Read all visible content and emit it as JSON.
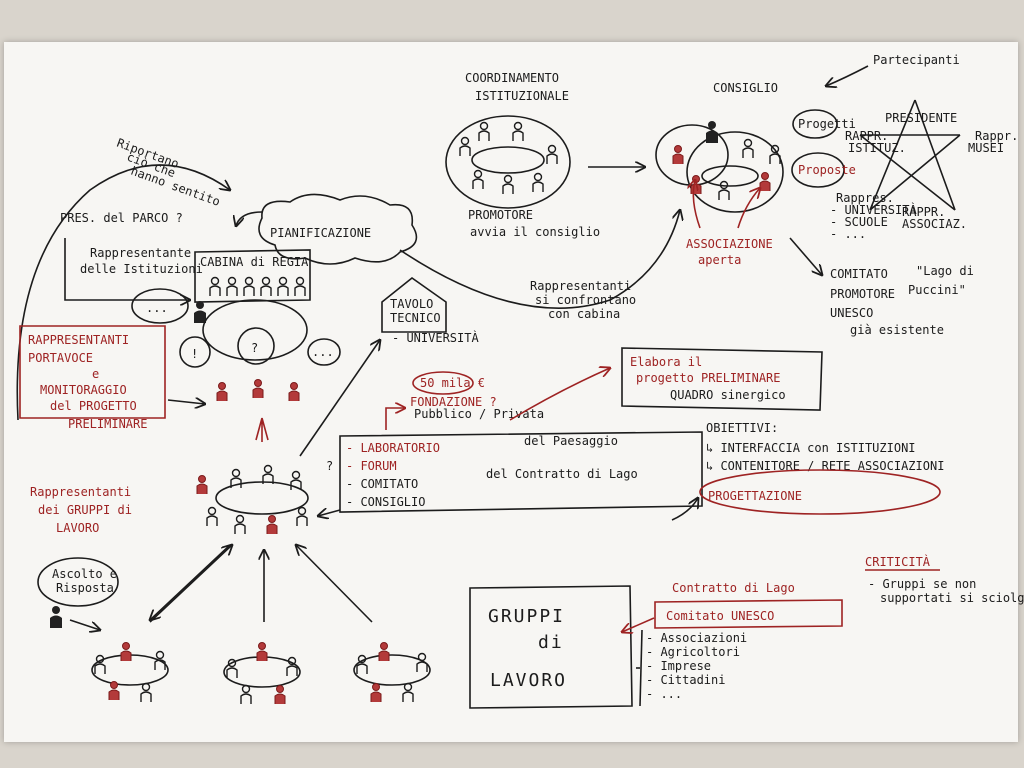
{
  "labels": {
    "partecipanti": "Partecipanti",
    "coordinamento": "COORDINAMENTO",
    "istituzionale": "ISTITUZIONALE",
    "consiglio": "CONSIGLIO",
    "presidente": "PRESIDENTE",
    "progetti": "Progetti",
    "proposte": "Proposte",
    "rappr_istituz_1": "RAPPR.",
    "rappr_istituz_2": "ISTITUZ.",
    "rappr_musei_1": "Rappr.",
    "rappr_musei_2": "MUSEI",
    "rappres_universita_1": "Rappres.",
    "rappres_universita_2": "- UNIVERSITÀ",
    "rappres_universita_3": "- SCUOLE",
    "rappres_universita_4": "- ...",
    "rappr_associaz_1": "RAPPR.",
    "rappr_associaz_2": "ASSOCIAZ.",
    "riportano_1": "Riportano",
    "riportano_2": "ciò che",
    "riportano_3": "hanno sentito",
    "promotore_1": "PROMOTORE",
    "promotore_2": "avvia il consiglio",
    "associazione_1": "ASSOCIAZIONE",
    "associazione_2": "aperta",
    "pres_parco": "PRES. del PARCO ?",
    "pianificazione": "PIANIFICAZIONE",
    "rappresentante_istituzioni_1": "Rappresentante",
    "rappresentante_istituzioni_2": "delle Istituzioni",
    "cabina_regia": "CABINA di REGIA",
    "ellipsis": "...",
    "rappresentanti_confrontano_1": "Rappresentanti",
    "rappresentanti_confrontano_2": "si confrontano",
    "rappresentanti_confrontano_3": "con cabina",
    "comitato_promotore_1": "COMITATO",
    "comitato_promotore_2": "\"Lago di",
    "comitato_promotore_3": "Puccini\"",
    "comitato_promotore_4": "PROMOTORE",
    "comitato_promotore_5": "UNESCO",
    "comitato_promotore_6": "già esistente",
    "tavolo_tecnico_1": "TAVOLO",
    "tavolo_tecnico_2": "TECNICO",
    "tavolo_tecnico_3": "- UNIVERSITÀ",
    "rappresentanti_portavoce_1": "RAPPRESENTANTI",
    "rappresentanti_portavoce_2": "PORTAVOCE",
    "rappresentanti_portavoce_3": "e",
    "rappresentanti_portavoce_4": "MONITORAGGIO",
    "rappresentanti_portavoce_5": "del PROGETTO",
    "rappresentanti_portavoce_6": "PRELIMINARE",
    "excl": "!",
    "quest": "?",
    "cinquanta_mila": "50 mila €",
    "fondazione_1": "FONDAZIONE ?",
    "fondazione_2": "Pubblico / Privata",
    "elabora_1": "Elabora il",
    "elabora_2": "progetto PRELIMINARE",
    "elabora_3": "QUADRO sinergico",
    "obiettivi": "OBIETTIVI:",
    "obiettivi_1": "↳ INTERFACCIA con ISTITUZIONI",
    "obiettivi_2": "↳ CONTENITORE / RETE ASSOCIAZIONI",
    "laboratorio": "- LABORATORIO",
    "forum": "- FORUM",
    "comitato": "- COMITATO",
    "consiglio_item": "- CONSIGLIO",
    "del_paesaggio": "del Paesaggio",
    "del_contratto": "del Contratto di Lago",
    "progettazione": "PROGETTAZIONE",
    "rappresentanti_gruppi_1": "Rappresentanti",
    "rappresentanti_gruppi_2": "dei GRUPPI di",
    "rappresentanti_gruppi_3": "LAVORO",
    "ascolto_1": "Ascolto e",
    "ascolto_2": "Risposta",
    "criticita": "CRITICITÀ",
    "criticita_1": "- Gruppi se non",
    "criticita_2": "supportati si sciolgono",
    "contratto_lago": "Contratto di Lago",
    "comitato_unesco": "Comitato UNESCO",
    "gruppi_1": "GRUPPI",
    "gruppi_2": "di",
    "gruppi_3": "LAVORO",
    "g_associazioni": "- Associazioni",
    "g_agricoltori": "- Agricoltori",
    "g_imprese": "- Imprese",
    "g_cittadini": "- Cittadini",
    "g_more": "- ..."
  }
}
